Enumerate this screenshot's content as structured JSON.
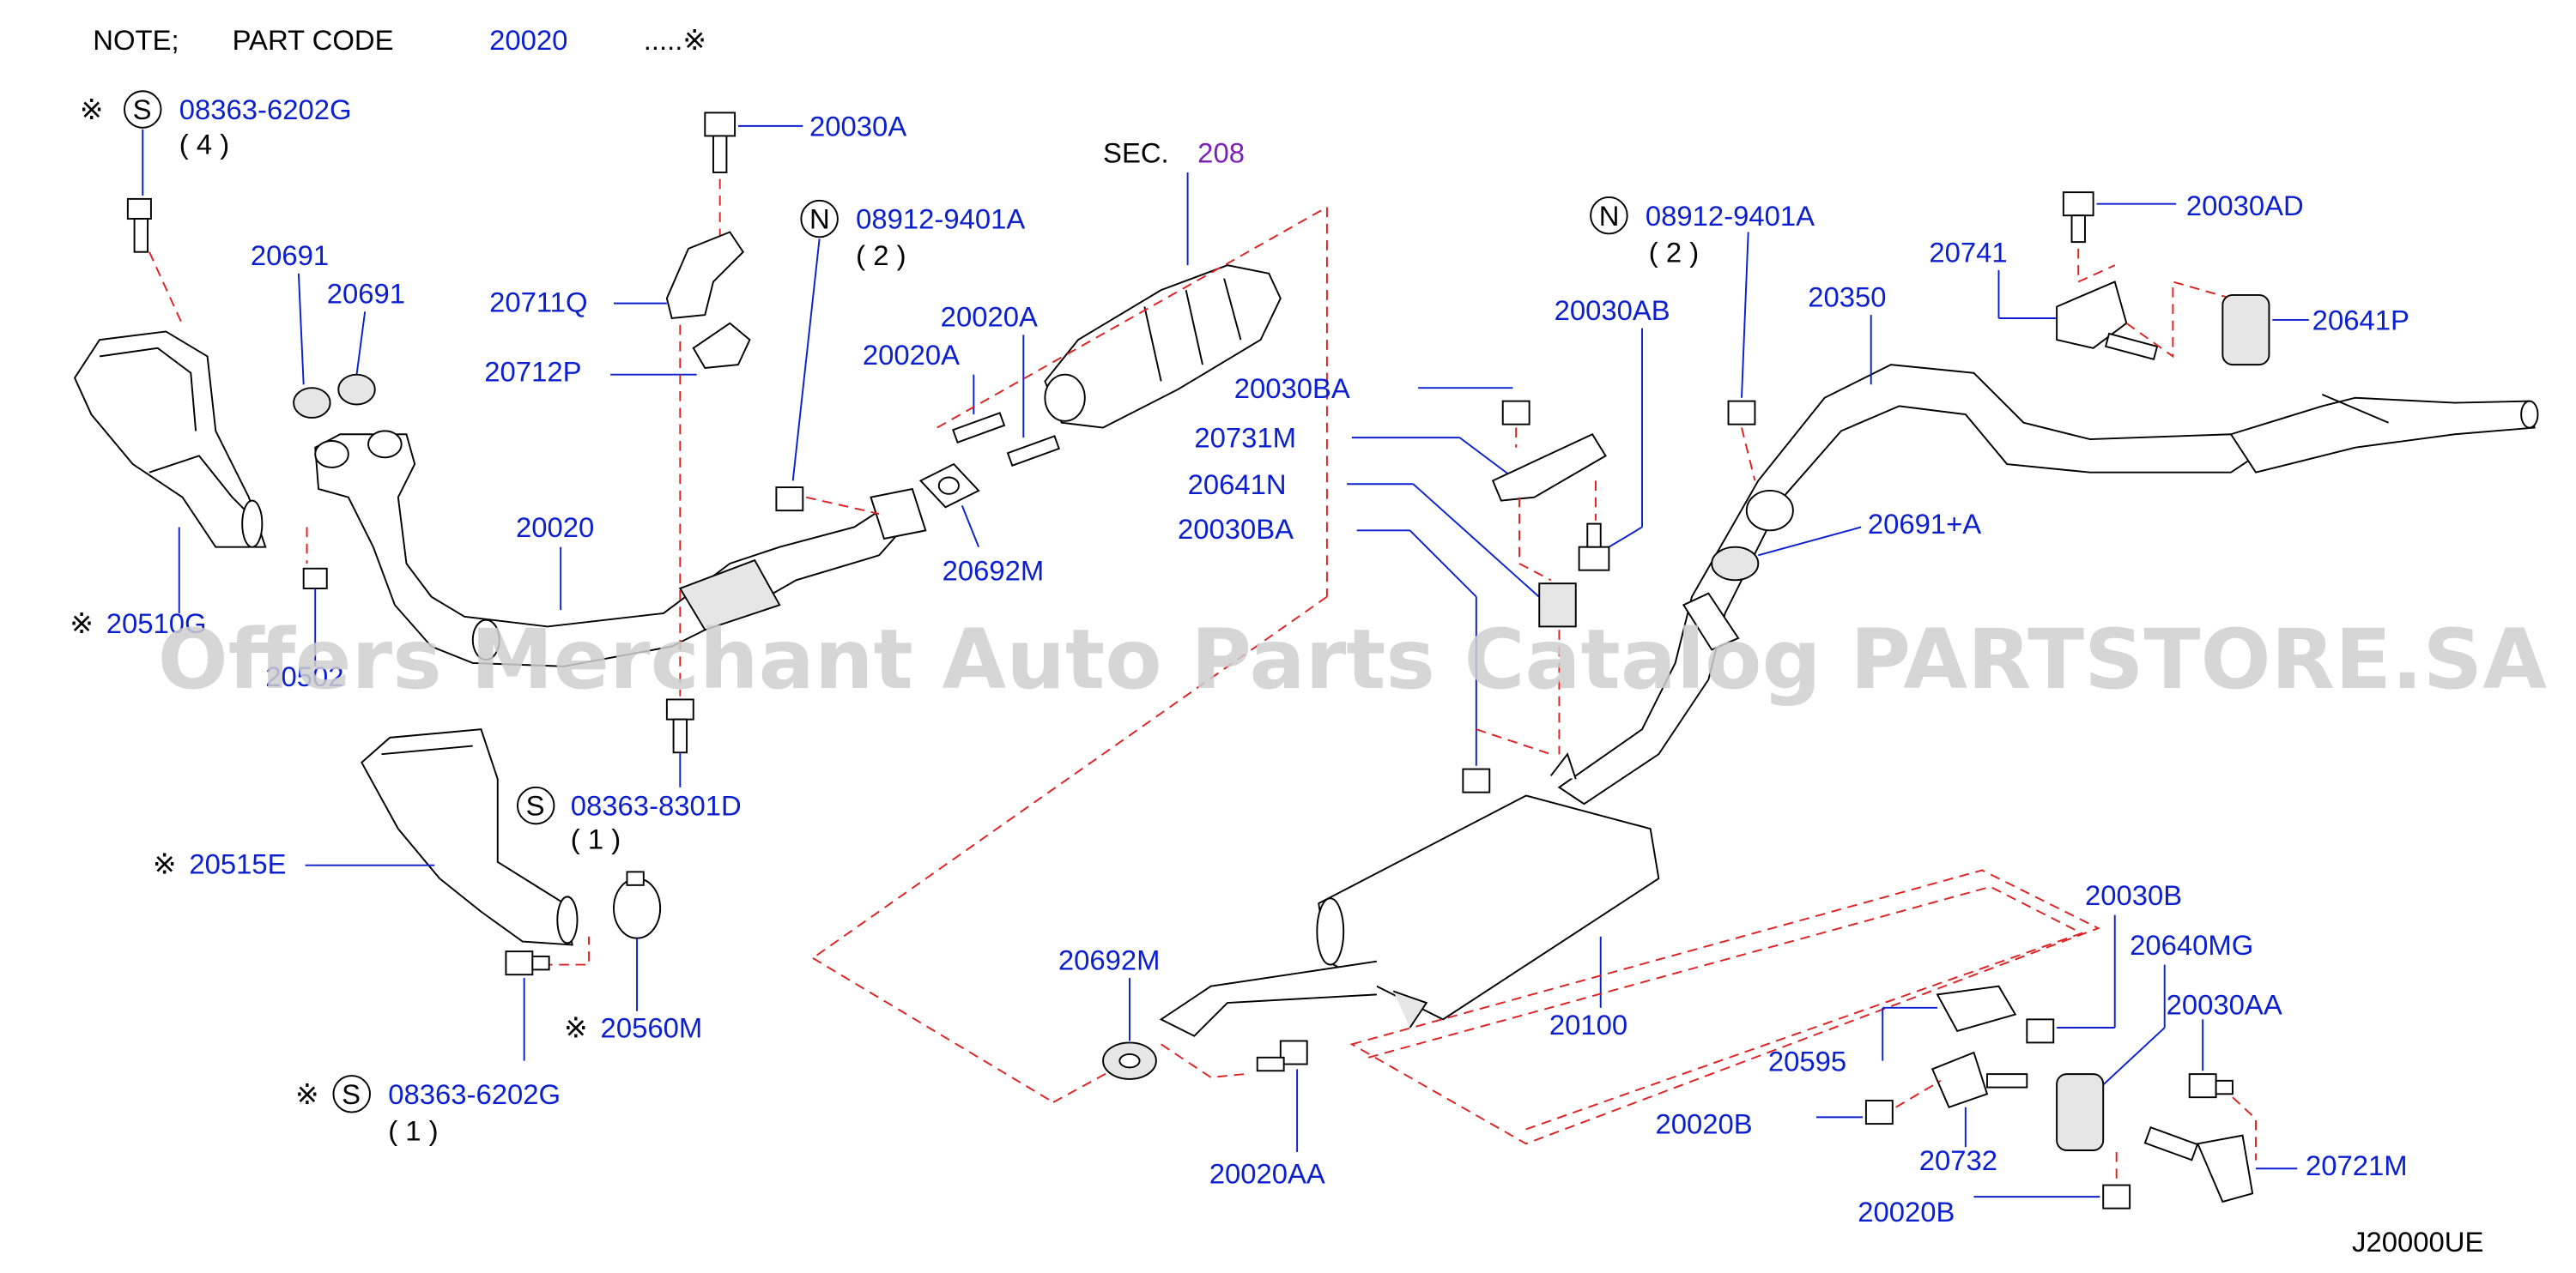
{
  "note": {
    "prefix": "NOTE;",
    "part_code_label": "PART  CODE",
    "part_code": "20020",
    "mark": ".....※"
  },
  "sec": {
    "label": "SEC.",
    "value": "208"
  },
  "watermark": "Offers Merchant Auto Parts Catalog PARTSTORE.SA",
  "diagram_code": "J20000UE",
  "labels": {
    "p08363_6202G_top": "08363-6202G",
    "qty4": "( 4 )",
    "p20030A": "20030A",
    "p08912_9401A_left": "08912-9401A",
    "qty2_left": "( 2 )",
    "p20691_a": "20691",
    "p20691_b": "20691",
    "p20711Q": "20711Q",
    "p20712P": "20712P",
    "p20020A_a": "20020A",
    "p20020A_b": "20020A",
    "p20020": "20020",
    "p20692M_top": "20692M",
    "p20510G": "20510G",
    "p20502": "20502",
    "p08363_8301D": "08363-8301D",
    "qty1_mid": "( 1 )",
    "p20515E": "20515E",
    "p20560M": "20560M",
    "p08363_6202G_bot": "08363-6202G",
    "qty1_bot": "( 1 )",
    "p08912_9401A_right": "08912-9401A",
    "qty2_right": "( 2 )",
    "p20030AB": "20030AB",
    "p20030BA_a": "20030BA",
    "p20731M": "20731M",
    "p20641N": "20641N",
    "p20030BA_b": "20030BA",
    "p20350": "20350",
    "p20741": "20741",
    "p20030AD": "20030AD",
    "p20641P": "20641P",
    "p20691A": "20691+A",
    "p20692M_bot": "20692M",
    "p20020AA": "20020AA",
    "p20100": "20100",
    "p20030B": "20030B",
    "p20640MG": "20640MG",
    "p20595": "20595",
    "p20030AA": "20030AA",
    "p20020B_a": "20020B",
    "p20732": "20732",
    "p20721M": "20721M",
    "p20020B_b": "20020B"
  },
  "marks": {
    "ref": "※",
    "s": "S",
    "n": "N"
  },
  "colors": {
    "label": "#0a1fd0",
    "dash": "#e02020",
    "sec_value": "#7b1fb8"
  }
}
